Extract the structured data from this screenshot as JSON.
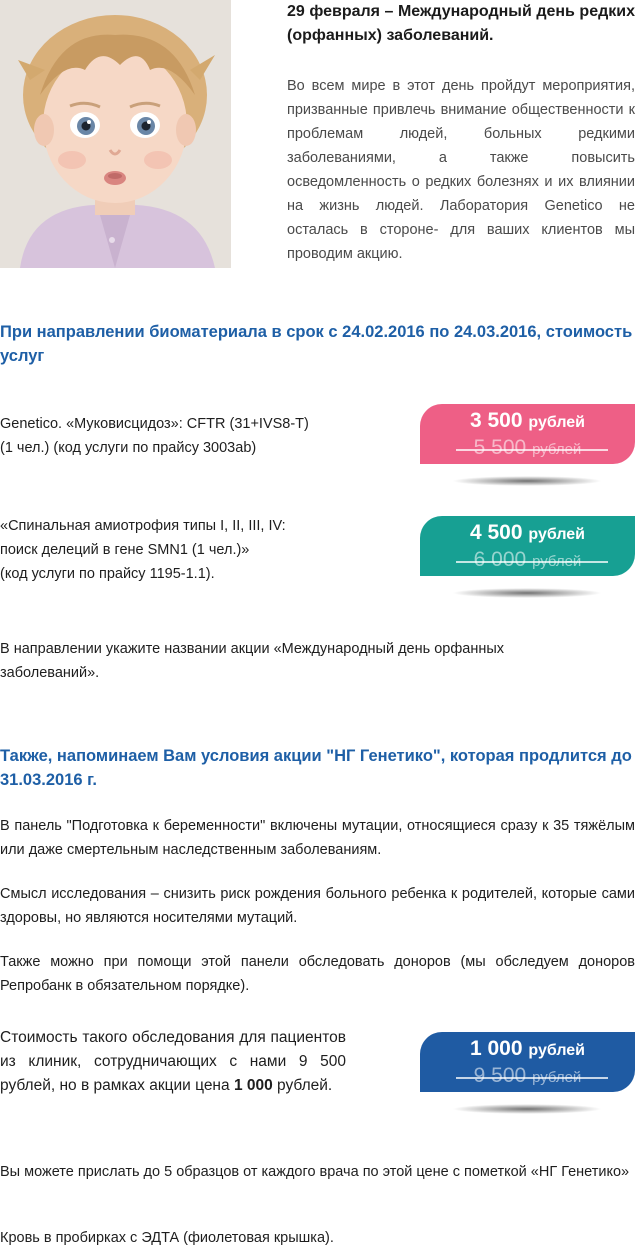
{
  "colors": {
    "heading_blue": "#1e5fa6",
    "card_pink": "#ee5f86",
    "card_teal": "#17a093",
    "card_blue": "#1f5ba3"
  },
  "header": {
    "title": "29 февраля – Международный день редких (орфанных) заболеваний.",
    "intro": "Во всем мире в этот день пройдут мероприятия, призванные привлечь внимание общественности к проблемам людей, больных редкими заболеваниями, а также повысить осведомленность о редких болезнях и их влиянии на жизнь людей. Лаборатория Genetico не осталась в стороне- для ваших клиентов мы проводим акцию."
  },
  "promo1": {
    "heading": "При направлении биоматериала в срок с 24.02.2016 по 24.03.2016, стоимость услуг",
    "service1": {
      "line1": "Genetico. «Муковисцидоз»: CFTR (31+IVS8-T)",
      "line2": "(1 чел.) (код услуги по прайсу 3003ab)",
      "new_price": "3 500",
      "old_price": "5 500",
      "currency": "рублей"
    },
    "service2": {
      "line1": "«Спинальная амиотрофия типы I, II, III, IV:",
      "line2": "поиск делеций в гене SMN1 (1 чел.)»",
      "line3": "(код услуги по прайсу 1195-1.1).",
      "new_price": "4 500",
      "old_price": "6 000",
      "currency": "рублей"
    },
    "note": "В направлении укажите названии акции «Международный день орфанных заболеваний»."
  },
  "promo2": {
    "heading": "Также, напоминаем Вам условия акции \"НГ Генетико\", которая продлится до 31.03.2016 г.",
    "p1": "В панель \"Подготовка к беременности\" включены мутации, относящиеся сразу к 35 тяжёлым или даже смертельным наследственным заболеваниям.",
    "p2": "Смысл исследования – снизить риск рождения больного ребенка к родителей, которые сами здоровы, но являются носителями мутаций.",
    "p3": "Также можно при помощи этой панели обследовать доноров (мы обследуем доноров Репробанк в обязательном порядке).",
    "cost_text": "Стоимость такого обследования для пациентов из клиник, сотрудничающих с нами 9 500 рублей, но в рамках акции цена",
    "cost_bold": "1 000",
    "cost_tail": "рублей.",
    "new_price": "1 000",
    "old_price": "9 500",
    "currency": "рублей",
    "samples": "Вы можете прислать до 5 образцов от каждого врача по этой цене с пометкой «НГ Генетико»",
    "tube": "Кровь в пробирках с ЭДТА (фиолетовая крышка)."
  }
}
